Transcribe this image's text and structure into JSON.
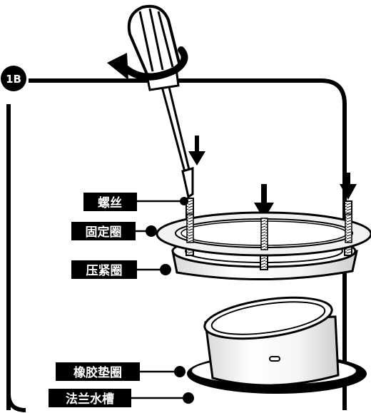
{
  "step_badge": "1B",
  "labels": {
    "screw": "螺丝",
    "fixing_ring": "固定圈",
    "pressure_ring": "压紧圈",
    "rubber_gasket": "橡胶垫圈",
    "flange_tank": "法兰水槽"
  },
  "colors": {
    "ink": "#000000",
    "paper": "#ffffff",
    "label_bg": "#000000",
    "label_text": "#ffffff",
    "light_fill": "#f2f2f2"
  }
}
